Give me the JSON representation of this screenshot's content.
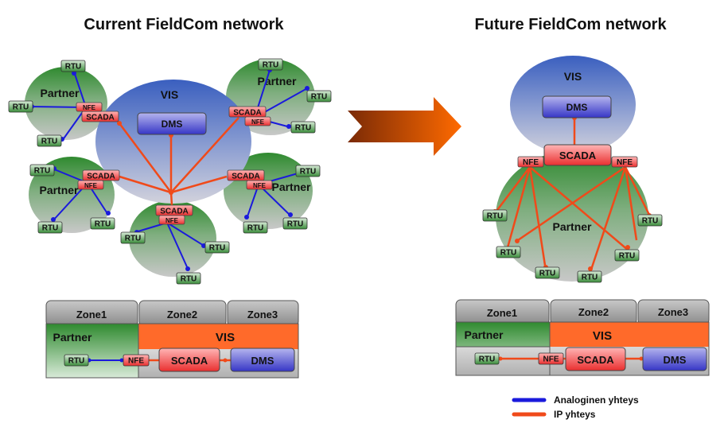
{
  "titles": {
    "current": "Current FieldCom network",
    "future": "Future FieldCom network"
  },
  "labels": {
    "vis": "VIS",
    "dms": "DMS",
    "scada": "SCADA",
    "nfe": "NFE",
    "rtu": "RTU",
    "partner": "Partner",
    "zone1": "Zone1",
    "zone2": "Zone2",
    "zone3": "Zone3"
  },
  "legend": {
    "analog": "Analoginen yhteys",
    "ip": "IP yhteys"
  },
  "colors": {
    "analog_link": "#1a1adc",
    "ip_link": "#f04a1a",
    "partner": "#2e8b2e",
    "vis": "#3a5fbf",
    "scada": "#ef3b3b",
    "dms": "#4a4ad0",
    "arrow": "#f26a10"
  }
}
